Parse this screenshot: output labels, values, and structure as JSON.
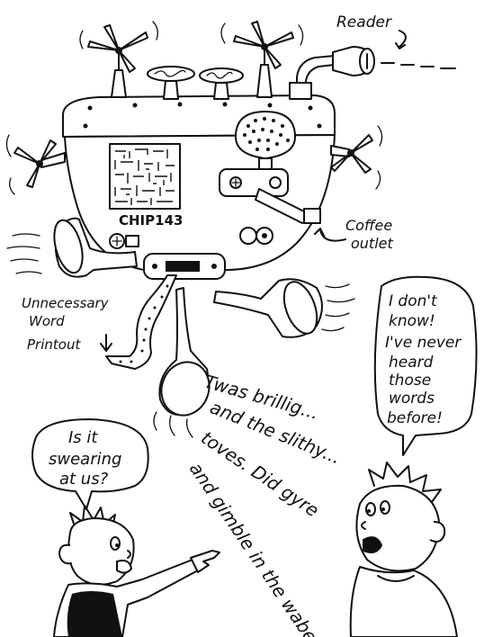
{
  "machine": {
    "chip_label": "CHIP143",
    "reader_label": "Reader",
    "coffee_label_line1": "Coffee",
    "coffee_label_line2": "outlet",
    "printout_label_line1": "Unnecessary",
    "printout_label_line2": "Word",
    "printout_label_line3": "Printout"
  },
  "speech": {
    "machine_words": [
      "Twas brillig...",
      "and the slithy...",
      "toves. Did gyre",
      "and gimble in the wabe..."
    ],
    "left_boy_lines": [
      "Is it",
      "swearing",
      "at us?"
    ],
    "right_boy_lines": [
      "I don't",
      "know!",
      "I've never",
      "heard",
      "those",
      "words",
      "before!"
    ]
  }
}
